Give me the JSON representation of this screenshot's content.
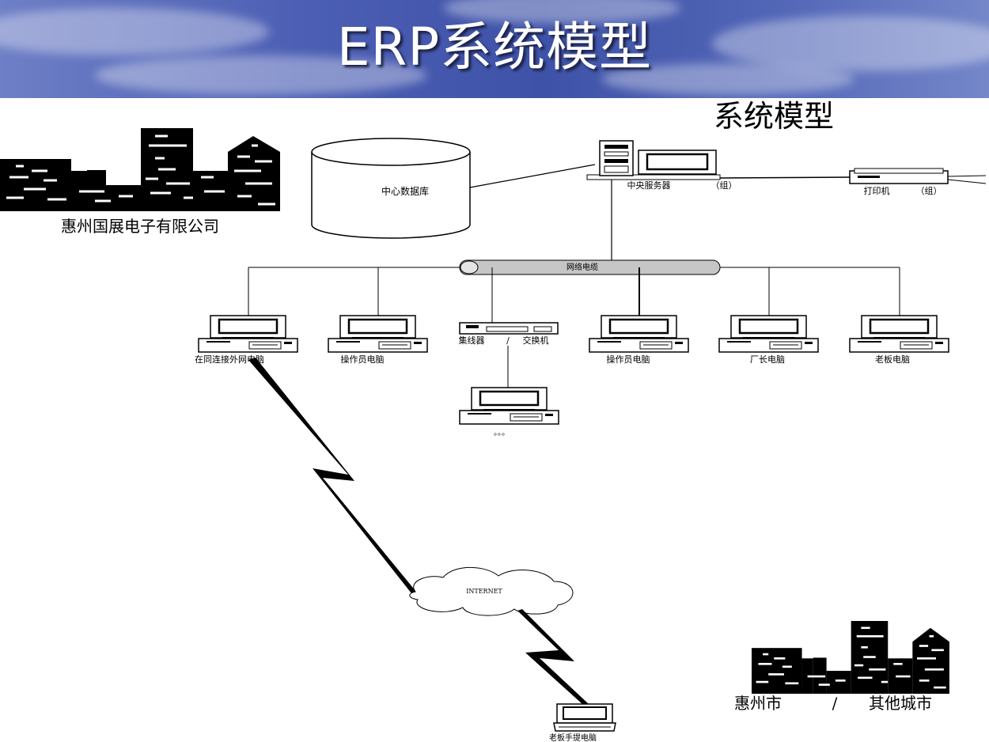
{
  "title": "ERP系统模型",
  "diagram": {
    "heading": "系统模型",
    "company": "惠州国展电子有限公司",
    "database": "中心数据库",
    "server": "中央服务器",
    "server_group": "（组）",
    "printer": "打印机",
    "printer_group": "（组）",
    "network_cable": "网络电缆",
    "hub": "集线器",
    "hub_sep": "/",
    "switch": "交换机",
    "pcs": [
      "在同连接外网电脑",
      "操作员电脑",
      "操作员电脑",
      "厂长电脑",
      "老板电脑"
    ],
    "more": "。。。",
    "internet": "INTERNET",
    "laptop": "老板手提电脑",
    "city": "惠州市",
    "city_sep": "/",
    "other_cities": "其他城市"
  }
}
